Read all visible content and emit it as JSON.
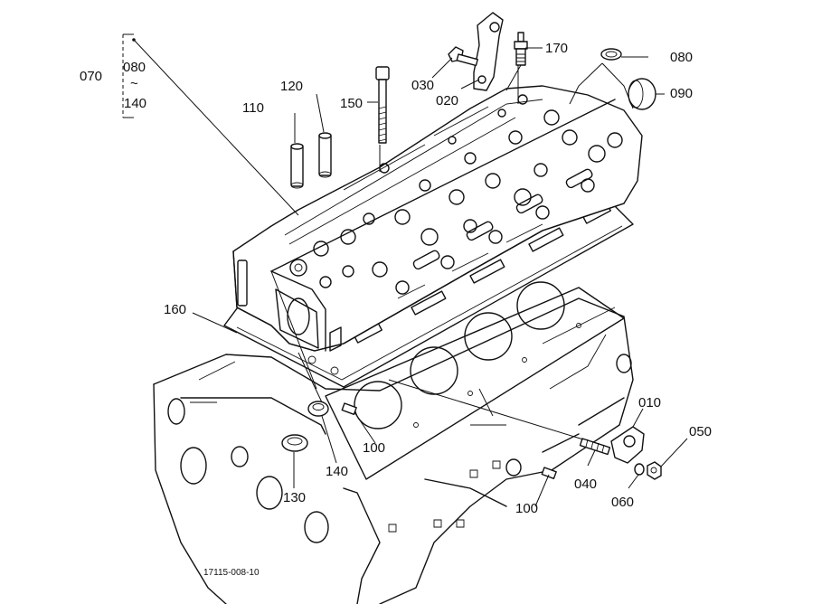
{
  "labels": {
    "p070": "070",
    "p080a": "080",
    "p140a": "140",
    "p120": "120",
    "p110": "110",
    "p150": "150",
    "p030": "030",
    "p020": "020",
    "p170": "170",
    "p080b": "080",
    "p090": "090",
    "p160": "160",
    "p010": "010",
    "p050": "050",
    "p040": "040",
    "p060": "060",
    "p100a": "100",
    "p100b": "100",
    "p140b": "140",
    "p130": "130"
  },
  "bracket_symbol": "~",
  "reference_code": "17115-008-10"
}
